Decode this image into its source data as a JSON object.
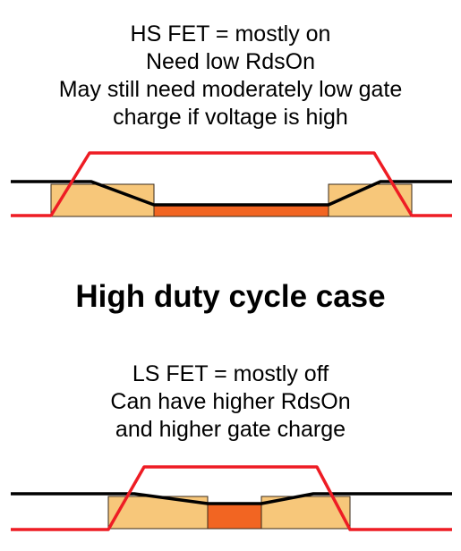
{
  "hs_section": {
    "line1": "HS FET = mostly on",
    "line2": "Need low RdsOn",
    "line3": "May still need moderately low gate",
    "line4": "charge if voltage is high"
  },
  "title": "High duty cycle case",
  "ls_section": {
    "line1": "LS FET = mostly off",
    "line2": "Can have higher RdsOn",
    "line3": "and higher gate charge"
  },
  "colors": {
    "gate_trace": "#ee1c24",
    "drain_trace": "#000000",
    "switching_loss": "#f7c77a",
    "conduction_loss": "#f26522",
    "outline": "#3a2a1a"
  }
}
